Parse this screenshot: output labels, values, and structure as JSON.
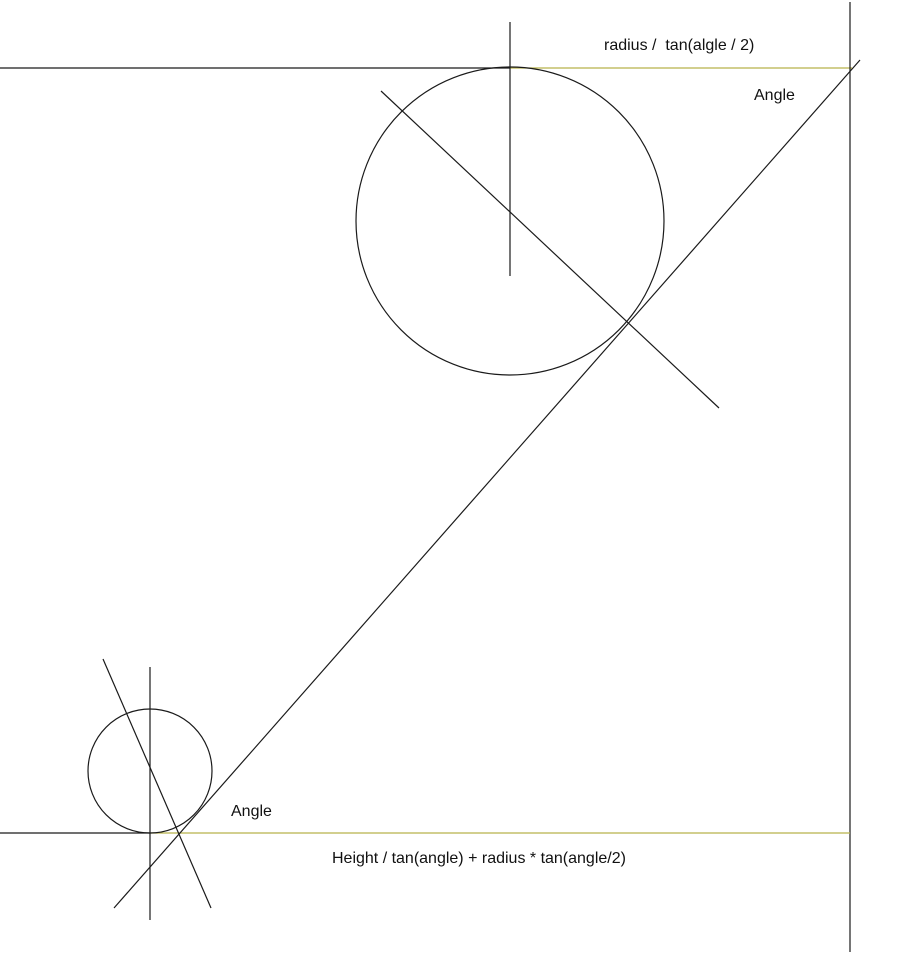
{
  "labels": {
    "top_formula": "radius /  tan(algle / 2)",
    "top_angle": "Angle",
    "bottom_angle": "Angle",
    "bottom_formula": "Height / tan(angle) + radius * tan(angle/2)"
  },
  "colors": {
    "line": "#1a1a1a",
    "accent_line": "#b8b24a",
    "background": "#ffffff"
  }
}
